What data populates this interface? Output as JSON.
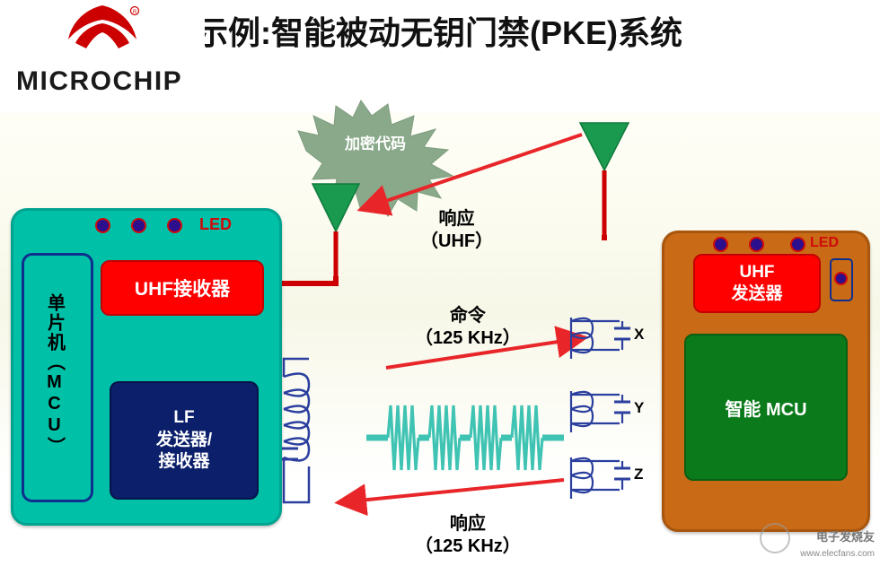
{
  "header": {
    "title": "示例:智能被动无钥门禁(PKE)系统",
    "logo_text": "MICROCHIP",
    "logo_icon": "microchip-logo-icon"
  },
  "left_device": {
    "mcu_label": "单片机（MCU）",
    "uhf_receiver": "UHF接收器",
    "lf_block": "LF\n发送器/\n接收器",
    "lf_lines": [
      "LF",
      "发送器/",
      "接收器"
    ],
    "led_label": "LED",
    "led_count": 3
  },
  "right_device": {
    "uhf_transmitter_lines": [
      "UHF",
      "发送器"
    ],
    "smart_mcu": "智能 MCU",
    "led_label": "LED",
    "led_count": 3,
    "coil_labels": [
      "X",
      "Y",
      "Z"
    ]
  },
  "arrows": {
    "encrypted_code": "加密代码",
    "response_uhf": [
      "响应",
      "（UHF）"
    ],
    "command_lf": [
      "命令",
      "（125 KHz）"
    ],
    "response_lf": [
      "响应",
      "（125 KHz）"
    ]
  },
  "watermark": {
    "line1": "电子发烧友",
    "line2": "www.elecfans.com",
    "icon": "watermark-circle-icon"
  },
  "colors": {
    "red_arrow": "#e8262a",
    "teal_device": "#00c0a8",
    "orange_device": "#c96a16",
    "blue_block": "#0b1f6b",
    "green_block": "#0b7a1a",
    "burst_green": "#7fa07f",
    "antenna_green": "#1f9d55",
    "waveform": "#2fbfae",
    "coil_blue": "#2b3f9e"
  }
}
